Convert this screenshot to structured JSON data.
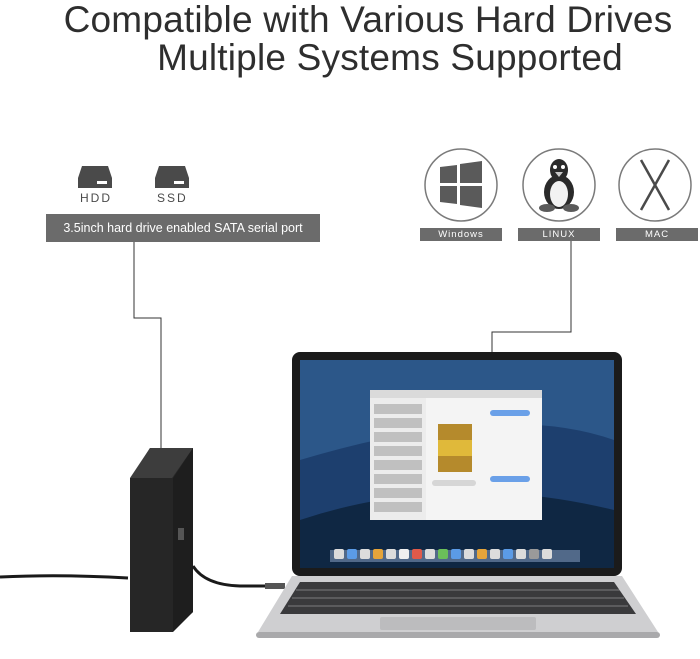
{
  "title": {
    "line1": "Compatible with Various Hard Drives",
    "line2": "Multiple Systems Supported"
  },
  "drives": {
    "hdd_label": "HDD",
    "ssd_label": "SSD",
    "port_text": "3.5inch hard drive enabled SATA serial port"
  },
  "os": [
    {
      "label": "Windows",
      "icon": "windows-logo-icon"
    },
    {
      "label": "LINUX",
      "icon": "linux-tux-icon"
    },
    {
      "label": "MAC",
      "icon": "mac-x-icon"
    }
  ],
  "colors": {
    "title": "#2e2e2e",
    "label_bar": "#6b6b6b",
    "enclosure": "#2b2b2b",
    "desktop_blue": "#1d3f6e"
  }
}
